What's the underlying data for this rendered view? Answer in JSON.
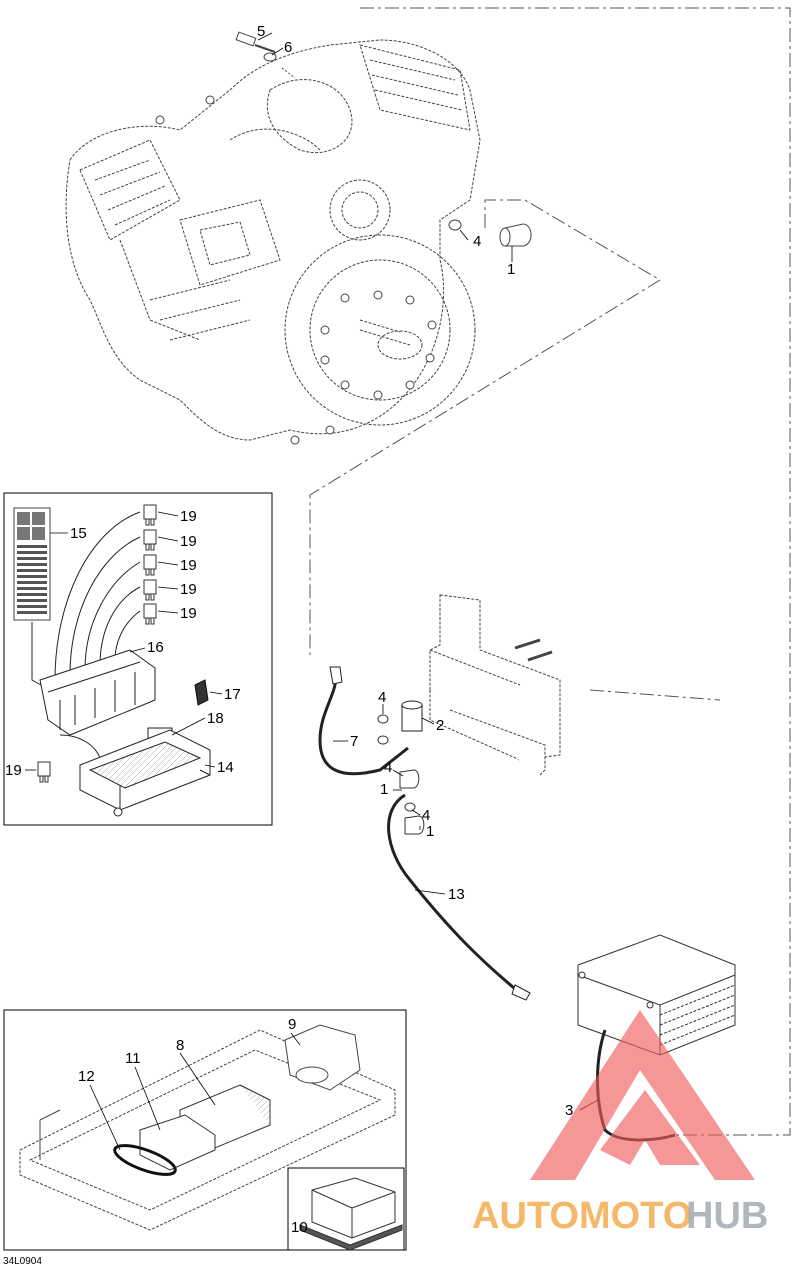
{
  "callouts": {
    "c1a": "1",
    "c1b": "1",
    "c1c": "1",
    "c2": "2",
    "c3": "3",
    "c4a": "4",
    "c4b": "4",
    "c4c": "4",
    "c4d": "4",
    "c5": "5",
    "c6": "6",
    "c7": "7",
    "c8": "8",
    "c9": "9",
    "c10": "10",
    "c11": "11",
    "c12": "12",
    "c13": "13",
    "c14": "14",
    "c15": "15",
    "c16": "16",
    "c17": "17",
    "c18": "18",
    "c19a": "19",
    "c19b": "19",
    "c19c": "19",
    "c19d": "19",
    "c19e": "19",
    "c19f": "19"
  },
  "figure_code": "34L0904",
  "watermark": {
    "part1": "AUTOMOTO",
    "part2": "HUB",
    "color_primary": "#f2a23a",
    "color_secondary": "#9aa0a6",
    "triangle_color": "#ef5c5c"
  }
}
